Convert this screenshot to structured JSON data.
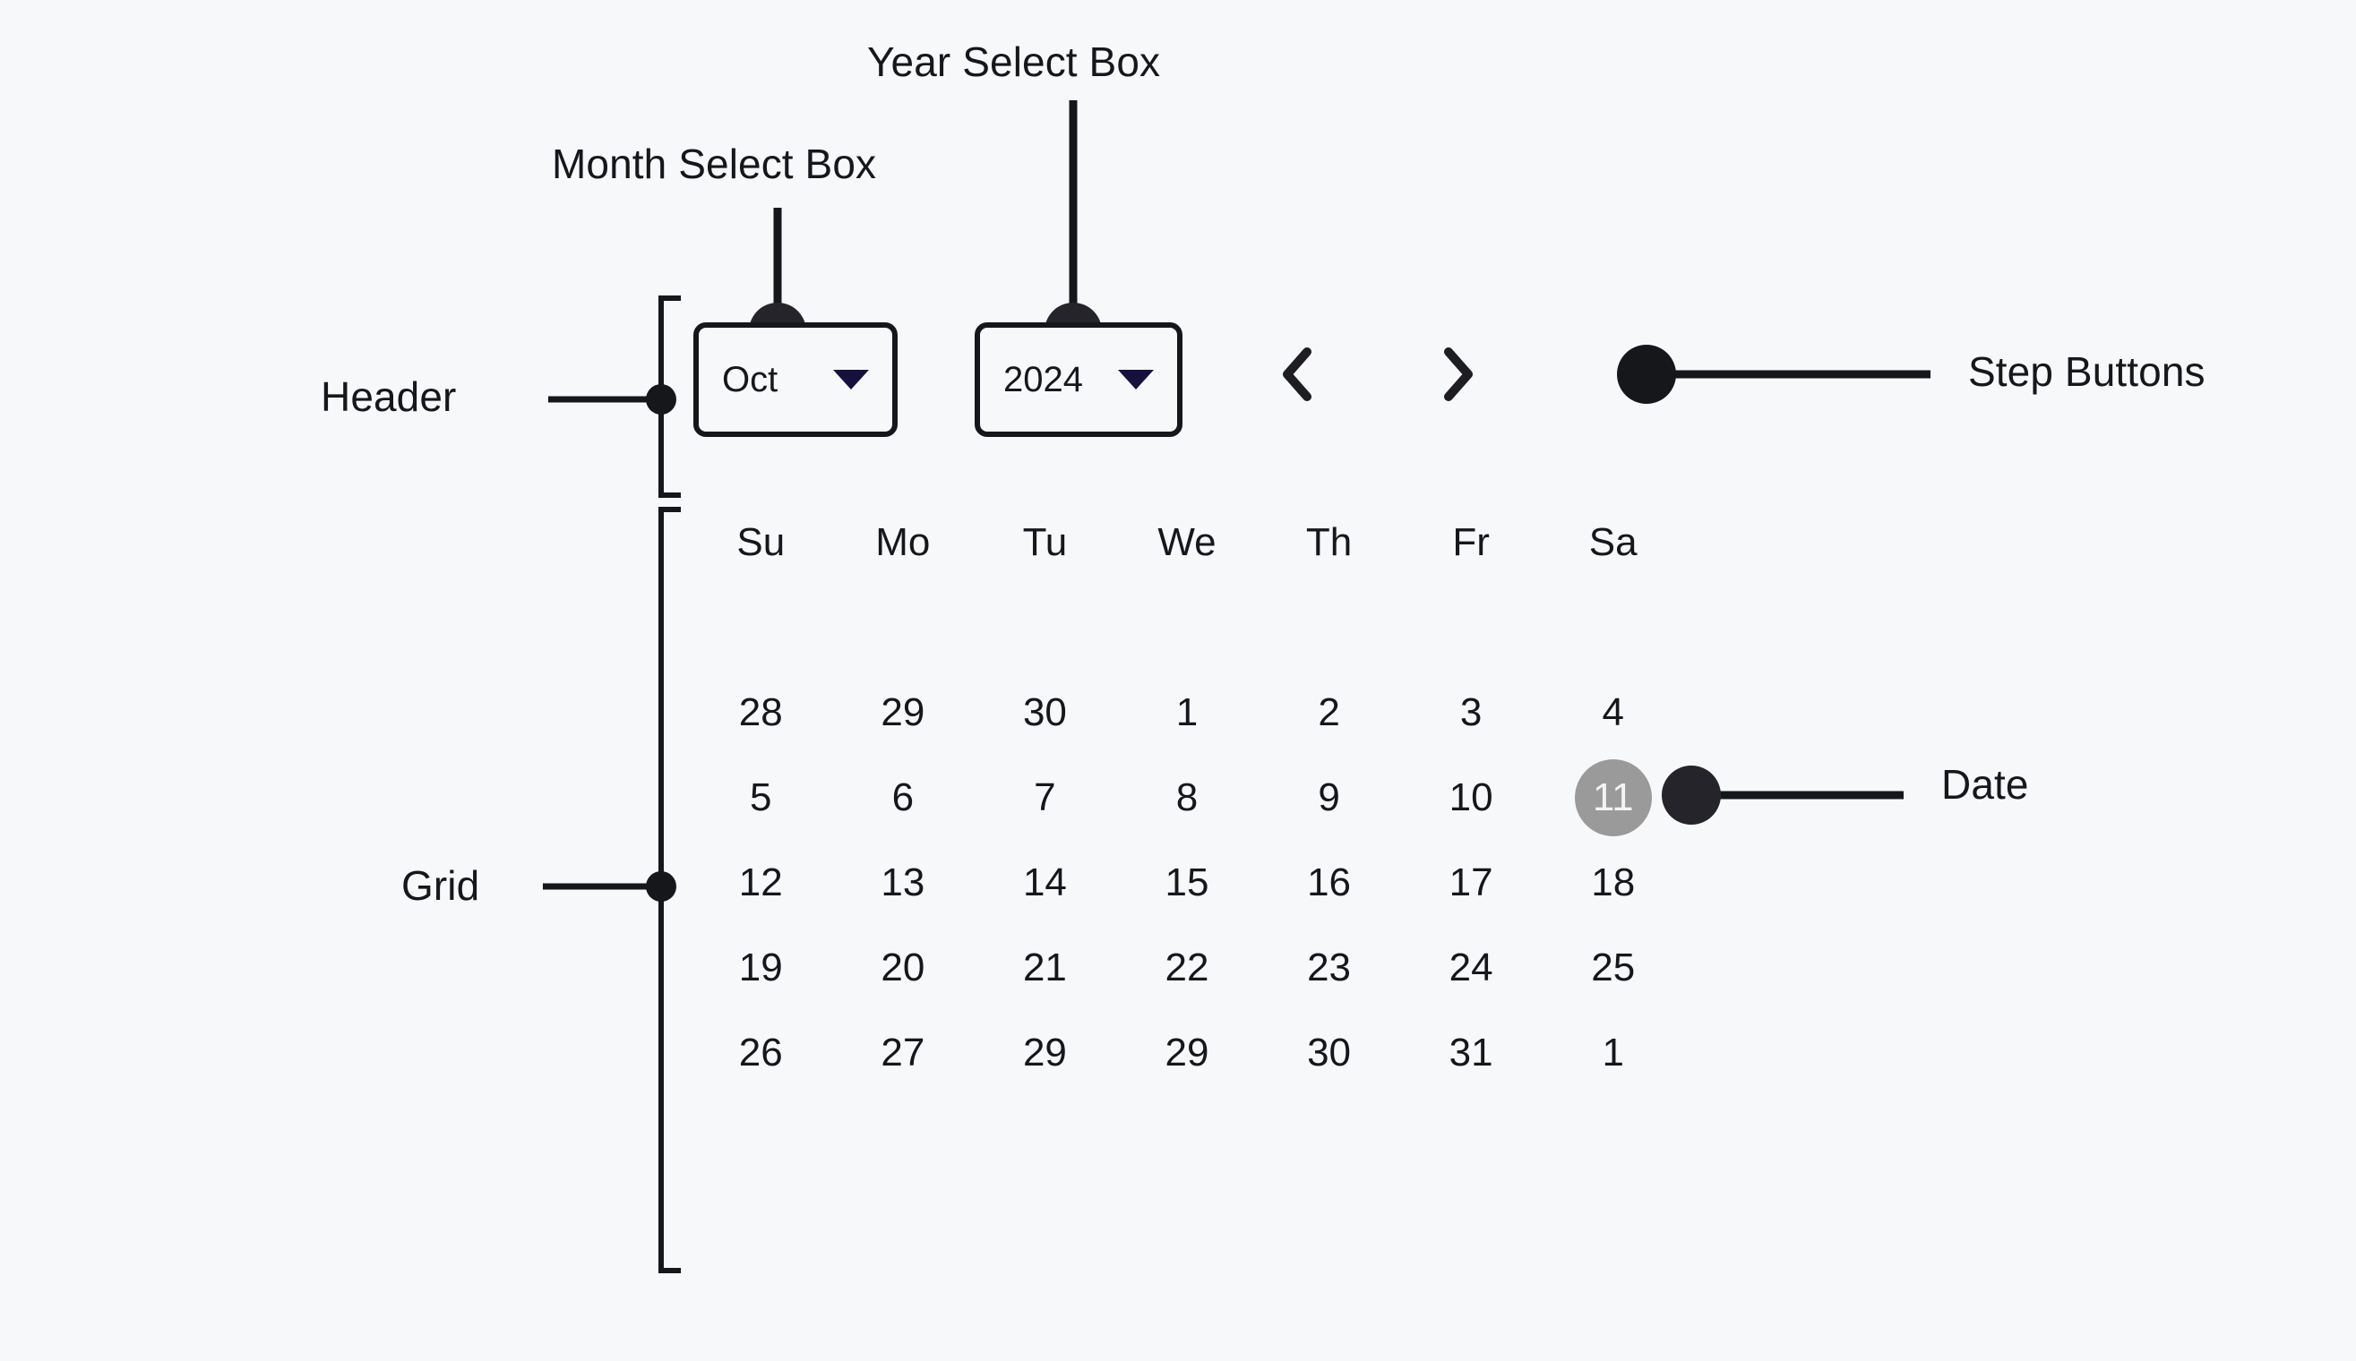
{
  "theme": {
    "background": "#f7f8fa",
    "ink": "#16171a",
    "caret_color": "#16103c",
    "selected_date_bg": "#9a9a9a",
    "selected_date_fg": "#f4f4f4",
    "annotation_color": "#16171a"
  },
  "annotations": {
    "month_select_box": "Month Select Box",
    "year_select_box": "Year Select Box",
    "header": "Header",
    "grid": "Grid",
    "step_buttons": "Step Buttons",
    "date": "Date"
  },
  "calendar": {
    "header": {
      "month_select": {
        "value": "Oct",
        "caret_icon": "chevron-down-icon"
      },
      "year_select": {
        "value": "2024",
        "caret_icon": "chevron-down-icon"
      },
      "step_buttons": {
        "previous_icon": "chevron-left-icon",
        "next_icon": "chevron-right-icon"
      }
    },
    "weekdays": [
      "Su",
      "Mo",
      "Tu",
      "We",
      "Th",
      "Fr",
      "Sa"
    ],
    "selected_day": "11",
    "weeks": [
      [
        "28",
        "29",
        "30",
        "1",
        "2",
        "3",
        "4"
      ],
      [
        "5",
        "6",
        "7",
        "8",
        "9",
        "10",
        "11"
      ],
      [
        "12",
        "13",
        "14",
        "15",
        "16",
        "17",
        "18"
      ],
      [
        "19",
        "20",
        "21",
        "22",
        "23",
        "24",
        "25"
      ],
      [
        "26",
        "27",
        "29",
        "29",
        "30",
        "31",
        "1"
      ]
    ]
  }
}
